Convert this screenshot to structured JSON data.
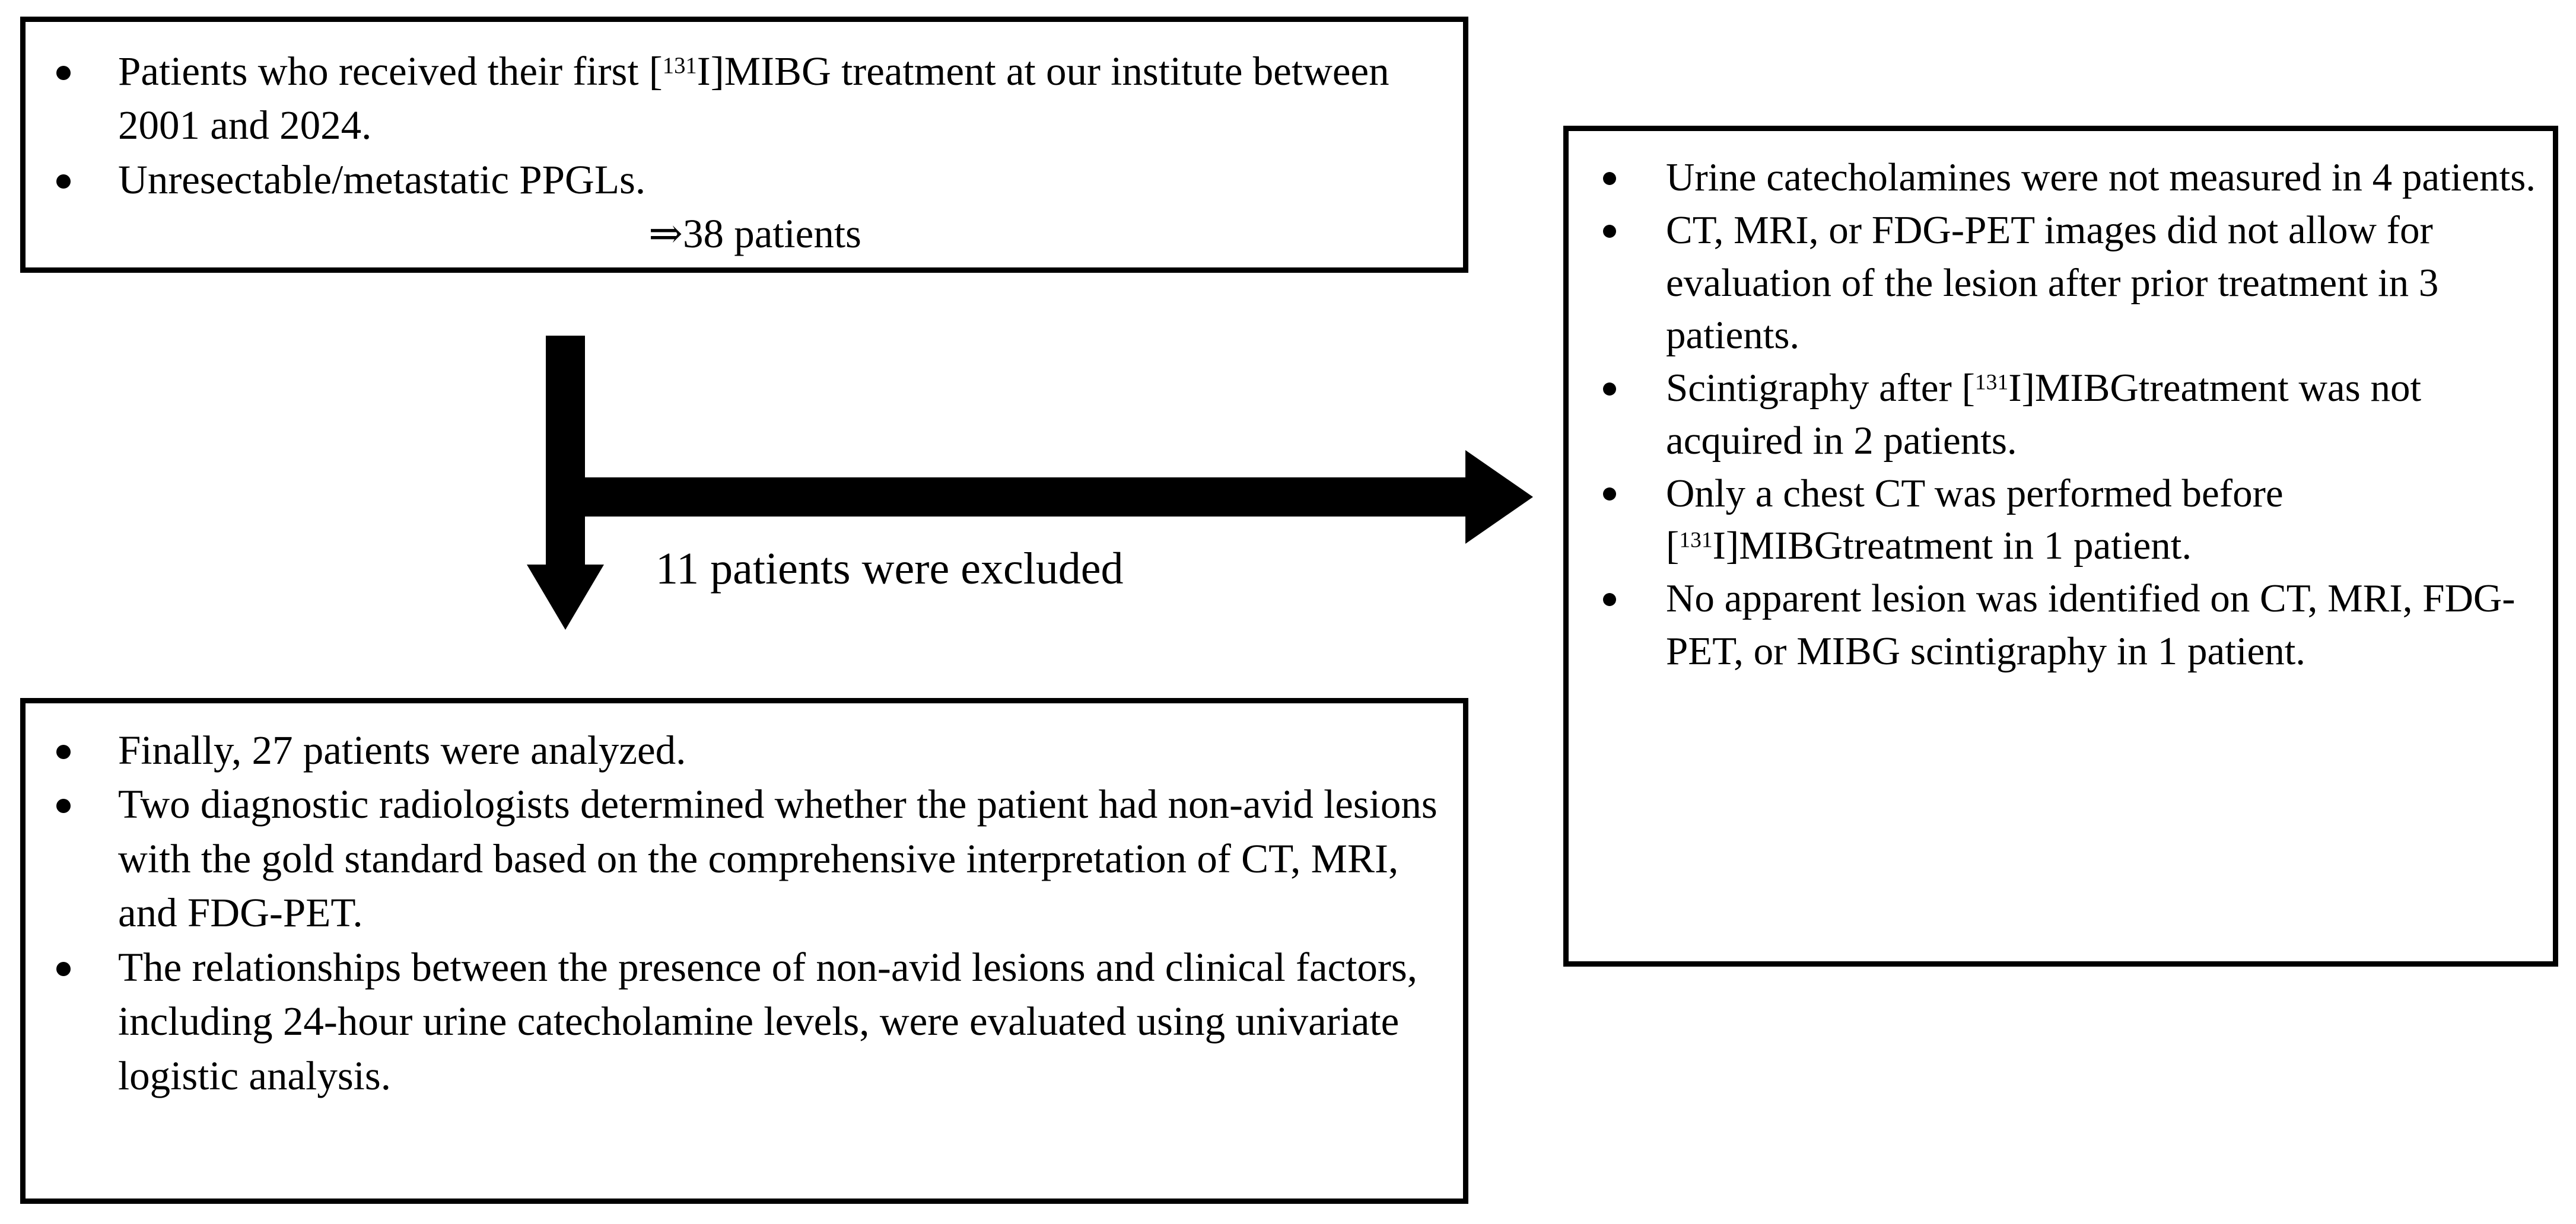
{
  "figure": {
    "type": "flow-diagram",
    "title": "Patient selection flowchart",
    "background_color": "#ffffff",
    "line_color": "#000000"
  },
  "inclusion_box": {
    "name": "inclusion-criteria-box",
    "bullets": [
      {
        "prefix": "Patients who received their first [",
        "isotope": "131",
        "suffix": "I]MIBG treatment at our institute between 2001 and 2024."
      },
      {
        "text": "Unresectable/metastatic PPGLs."
      }
    ],
    "summary": "⇒38 patients"
  },
  "exclusion_arrow": {
    "name": "exclusion-arrow",
    "label": "11 patients were excluded",
    "direction_horizontal": "right",
    "direction_vertical": "down"
  },
  "exclusion_box": {
    "name": "exclusion-reasons-box",
    "bullets": [
      {
        "text": "Urine catecholamines were not measured in 4 patients."
      },
      {
        "text": "CT, MRI, or FDG-PET images did not allow for evaluation of the lesion after prior treatment in 3 patients."
      },
      {
        "prefix": "Scintigraphy after [",
        "isotope": "131",
        "suffix": "I]MIBGtreatment was not acquired in 2 patients."
      },
      {
        "prefix": "Only a chest CT was performed before [",
        "isotope": "131",
        "suffix": "I]MIBGtreatment in 1 patient."
      },
      {
        "text": "No apparent lesion was identified on CT, MRI, FDG-PET, or MIBG scintigraphy in 1 patient."
      }
    ]
  },
  "analysis_box": {
    "name": "analysis-methods-box",
    "bullets": [
      {
        "text": "Finally, 27 patients were analyzed."
      },
      {
        "text": "Two diagnostic radiologists determined whether the patient had non-avid lesions with the gold standard based on the comprehensive interpretation of CT, MRI, and FDG-PET."
      },
      {
        "text": "The relationships between the presence of non-avid lesions and clinical factors, including 24-hour urine catecholamine levels, were evaluated using univariate logistic analysis."
      }
    ]
  }
}
